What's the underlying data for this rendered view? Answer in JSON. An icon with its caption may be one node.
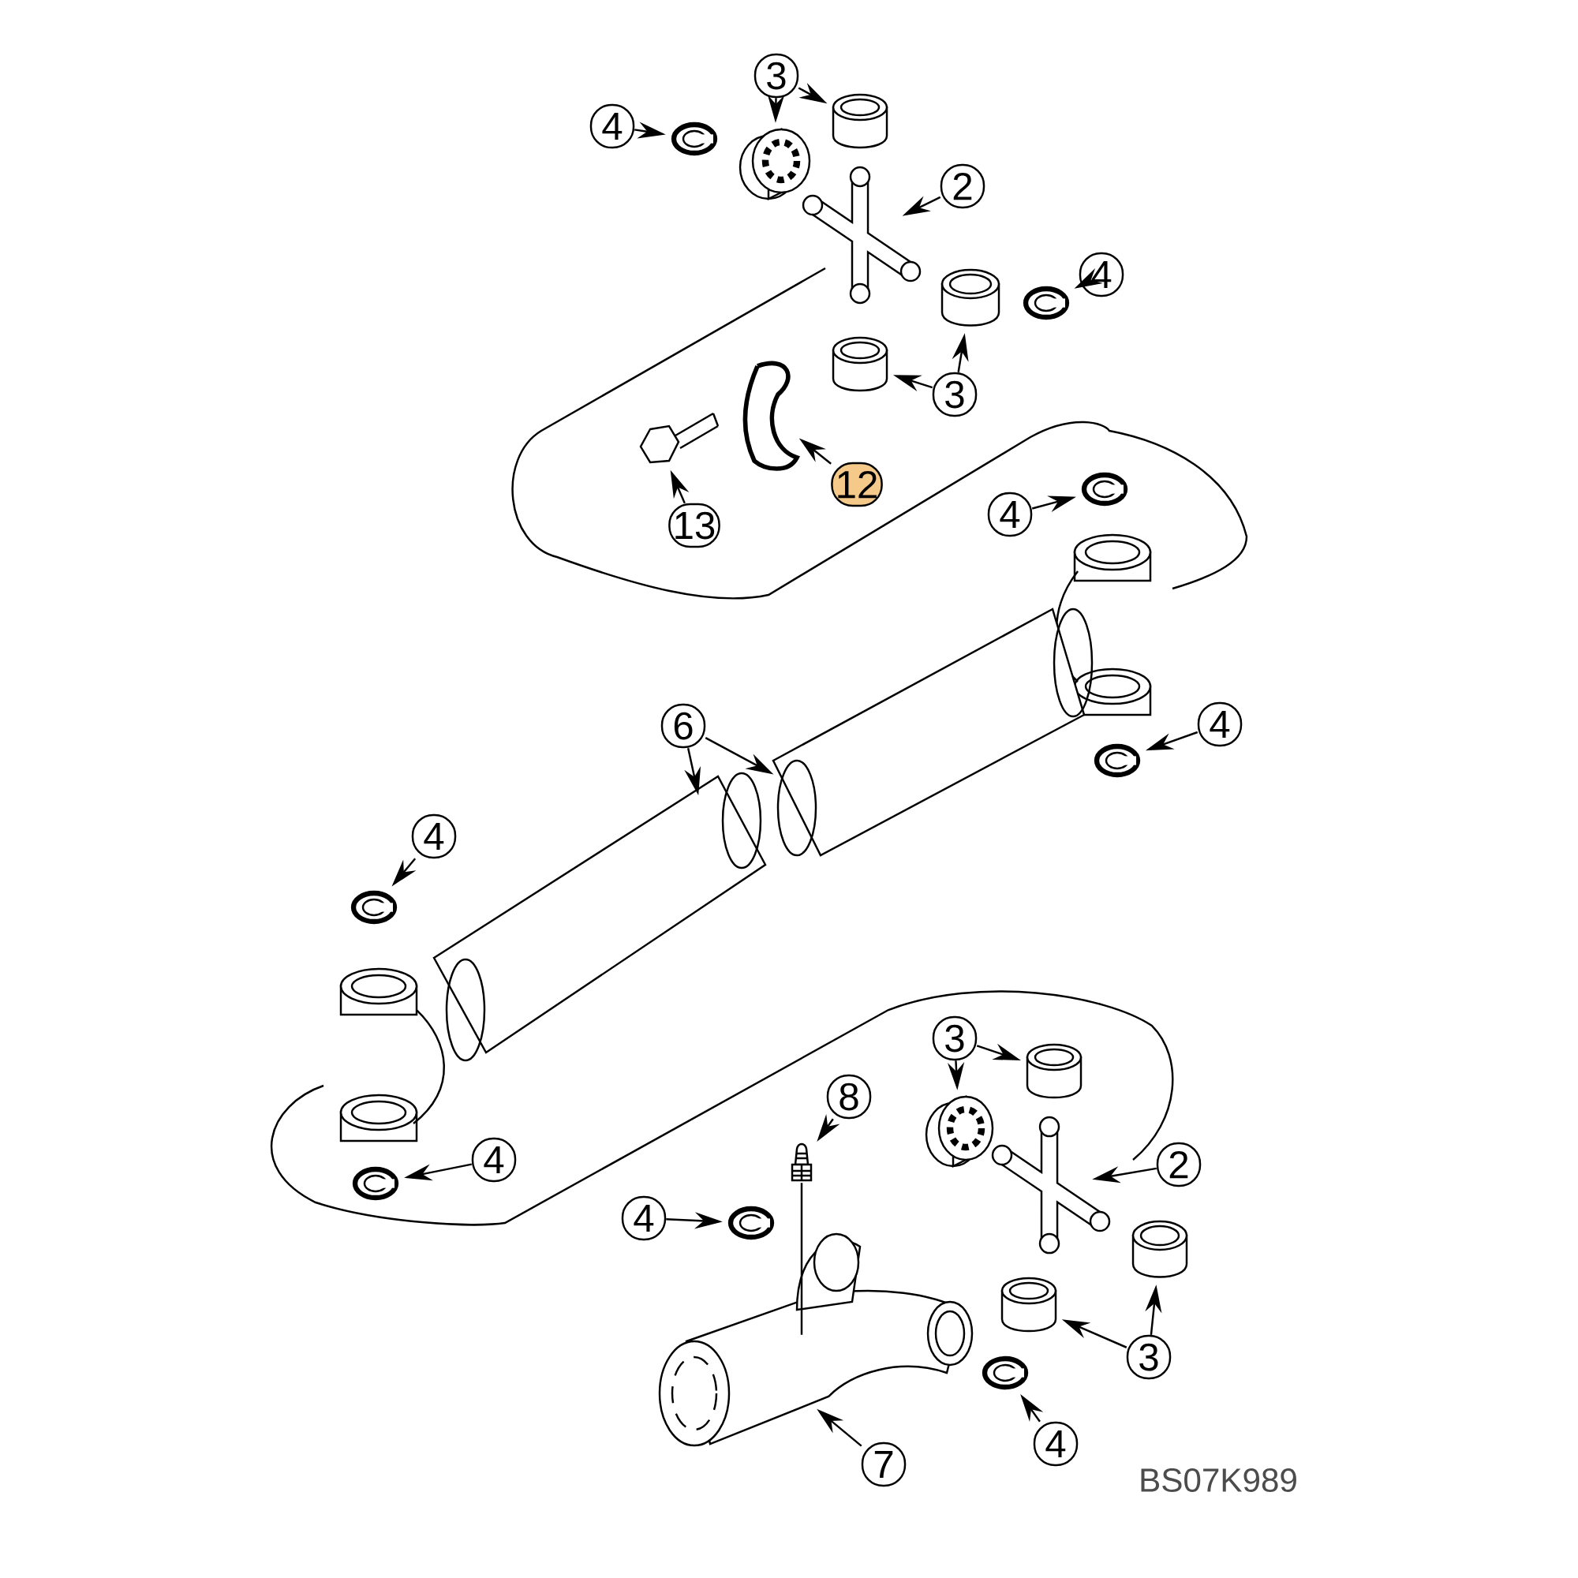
{
  "diagram": {
    "nodes": [
      {
        "text": [
          "3"
        ]
      },
      {
        "text": [
          "4"
        ]
      },
      {
        "text": [
          "2"
        ]
      },
      {
        "text": [
          "4"
        ]
      },
      {
        "text": [
          "3"
        ]
      },
      {
        "text": [
          "12"
        ]
      },
      {
        "text": [
          "13"
        ]
      },
      {
        "text": [
          "4"
        ]
      },
      {
        "text": [
          "6"
        ]
      },
      {
        "text": [
          "4"
        ]
      },
      {
        "text": [
          "4"
        ]
      },
      {
        "text": [
          "4"
        ]
      },
      {
        "text": [
          "3"
        ]
      },
      {
        "text": [
          "8"
        ]
      },
      {
        "text": [
          "2"
        ]
      },
      {
        "text": [
          "4"
        ]
      },
      {
        "text": [
          "3"
        ]
      },
      {
        "text": [
          "4"
        ]
      },
      {
        "text": [
          "7"
        ]
      },
      {
        "text": [],
        "shape": "cylinder"
      },
      {
        "text": [],
        "shape": "picture"
      },
      {
        "text": [],
        "shape": "picture"
      },
      {
        "text": [],
        "shape": "picture"
      },
      {
        "text": [],
        "shape": "cylinder"
      },
      {
        "text": [],
        "shape": "picture"
      },
      {
        "text": [],
        "shape": "cylinder"
      },
      {
        "text": [],
        "shape": "picture"
      },
      {
        "text": [],
        "shape": "picture"
      },
      {
        "text": [],
        "shape": "picture"
      },
      {
        "text": [],
        "shape": "picture"
      },
      {
        "text": [],
        "shape": "picture"
      },
      {
        "text": [],
        "shape": "picture"
      },
      {
        "text": [],
        "shape": "picture"
      },
      {
        "text": [],
        "shape": "picture"
      },
      {
        "text": [],
        "shape": "cylinder"
      },
      {
        "text": [],
        "shape": "picture"
      },
      {
        "text": [],
        "shape": "picture"
      },
      {
        "text": [],
        "shape": "picture"
      },
      {
        "text": [],
        "shape": "picture"
      },
      {
        "text": [],
        "shape": "cylinder"
      },
      {
        "text": [],
        "shape": "cylinder"
      },
      {
        "text": [],
        "shape": "picture"
      },
      {
        "text": [],
        "shape": "picture"
      }
    ],
    "edges": [
      {
        "from": 0,
        "to": 20,
        "arrow": "to"
      },
      {
        "from": 0,
        "to": 19,
        "arrow": "to"
      },
      {
        "from": 1,
        "to": 21,
        "arrow": "to"
      },
      {
        "from": 2,
        "to": 22,
        "arrow": "to"
      },
      {
        "from": 3,
        "to": 24,
        "arrow": "to"
      },
      {
        "from": 4,
        "to": 25,
        "arrow": "to"
      },
      {
        "from": 4,
        "to": 23,
        "arrow": "to"
      },
      {
        "from": 5,
        "to": 26,
        "arrow": "to"
      },
      {
        "from": 6,
        "to": 27,
        "arrow": "to"
      },
      {
        "from": 7,
        "to": 28,
        "arrow": "to"
      },
      {
        "from": 8,
        "to": 29,
        "arrow": "to"
      },
      {
        "from": 8,
        "to": 30,
        "arrow": "to"
      },
      {
        "from": 9,
        "to": 31,
        "arrow": "to"
      },
      {
        "from": 10,
        "to": 32,
        "arrow": "to"
      },
      {
        "from": 11,
        "to": 33,
        "arrow": "to"
      },
      {
        "from": 12,
        "to": 34,
        "arrow": "to"
      },
      {
        "from": 12,
        "to": 35,
        "arrow": "to"
      },
      {
        "from": 13,
        "to": 36,
        "arrow": "to"
      },
      {
        "from": 14,
        "to": 37,
        "arrow": "to"
      },
      {
        "from": 15,
        "to": 38,
        "arrow": "to"
      },
      {
        "from": 16,
        "to": 40,
        "arrow": "to"
      },
      {
        "from": 16,
        "to": 39,
        "arrow": "to"
      },
      {
        "from": 17,
        "to": 41,
        "arrow": "to"
      },
      {
        "from": 18,
        "to": 42,
        "arrow": "to"
      },
      {
        "from": 36,
        "to": 42,
        "arrow": "none"
      }
    ],
    "labels": [
      "BS07K989"
    ]
  }
}
